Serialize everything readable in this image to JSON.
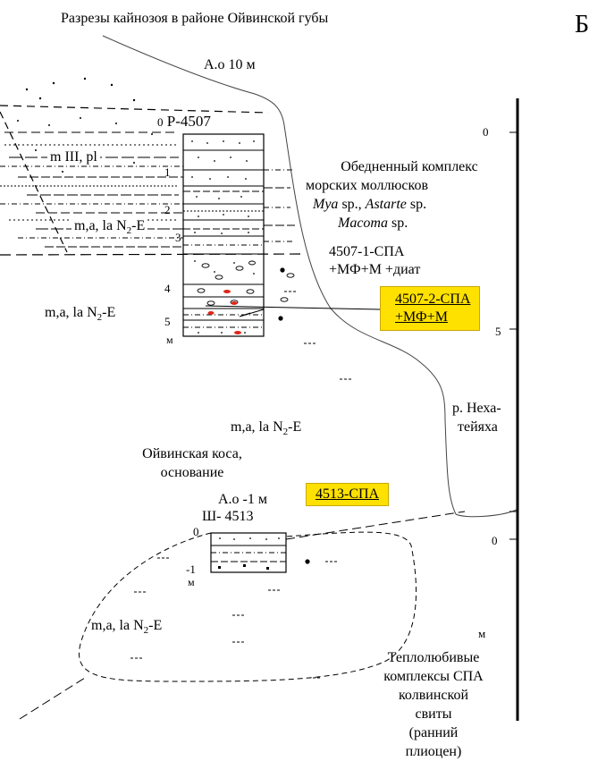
{
  "title": "Разрезы кайнозоя в районе Ойвинской губы",
  "panel_letter": "Б",
  "alt_top": "А.о 10 м",
  "alt_bottom": "А.о -1 м",
  "section_upper": {
    "name": "Р-4507",
    "depth_labels": [
      "0",
      "1",
      "2",
      "3",
      "4",
      "5"
    ],
    "unit": "м"
  },
  "section_lower": {
    "name": "Ш- 4513",
    "depth_labels": [
      "0",
      "-1"
    ],
    "unit": "м"
  },
  "units": {
    "m_III_pl": "m III, pl",
    "maN2E": "m,a, la N",
    "sub": "2",
    "suffix": "-E"
  },
  "fauna": {
    "line1": "Обедненный комплекс",
    "line2": "морских моллюсков",
    "mya": "Mya",
    "sp1": " sp., ",
    "astarte": "Astarte",
    "sp2": " sp.",
    "macoma": "Macoma",
    "sp3": " sp."
  },
  "sample1": {
    "line1": "4507-1-СПА",
    "line2": "+МФ+М +диат"
  },
  "sample2": {
    "line1": "4507-2-СПА",
    "line2": "+МФ+М"
  },
  "sample3": "4513-СПА",
  "river": {
    "line1": "р. Неха-",
    "line2": "тейяха"
  },
  "spit": {
    "line1": "Ойвинская коса,",
    "line2": "основание"
  },
  "scale": {
    "labels": [
      "0",
      "5",
      "0"
    ],
    "unit": "м"
  },
  "complexes": {
    "line1": "Теплолюбивые",
    "line2": "комплексы СПА",
    "line3": "колвинской",
    "line4": "свиты",
    "line5": "(ранний",
    "line6": "плиоцен)"
  },
  "colors": {
    "highlight": "#ffe100",
    "red_marks": "#e0261b"
  }
}
